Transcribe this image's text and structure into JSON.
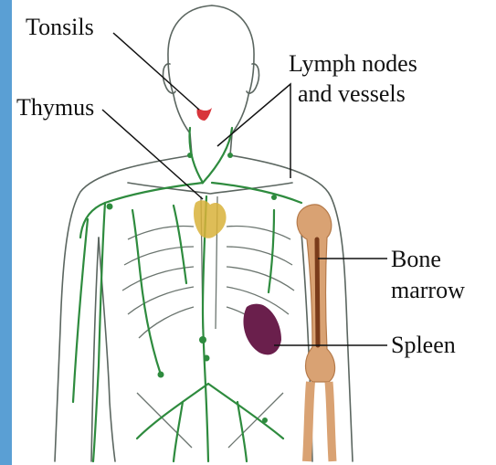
{
  "labels": {
    "tonsils": "Tonsils",
    "thymus": "Thymus",
    "lymph_line1": "Lymph nodes",
    "lymph_line2": "and vessels",
    "bone_line1": "Bone",
    "bone_line2": "marrow",
    "spleen": "Spleen"
  },
  "colors": {
    "side_strip": "#5a9fd4",
    "body_outline": "#5b6660",
    "lymph_vessel": "#2e8b3e",
    "thymus": "#d8b23a",
    "spleen": "#6a1f4c",
    "tonsils": "#d8343a",
    "bone": "#d9a273",
    "bone_marrow": "#7a3b1a"
  }
}
